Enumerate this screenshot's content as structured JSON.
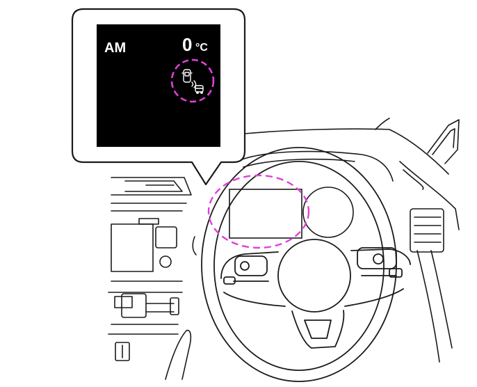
{
  "display": {
    "mode_label": "AM",
    "temperature_value": "0",
    "temperature_unit": "°C",
    "indicator_icon": "vehicle-distance-warning-icon"
  },
  "colors": {
    "highlight": "#e040d8",
    "screen_background": "#000000",
    "line": "#1a1a1a",
    "screen_text": "#ffffff"
  }
}
